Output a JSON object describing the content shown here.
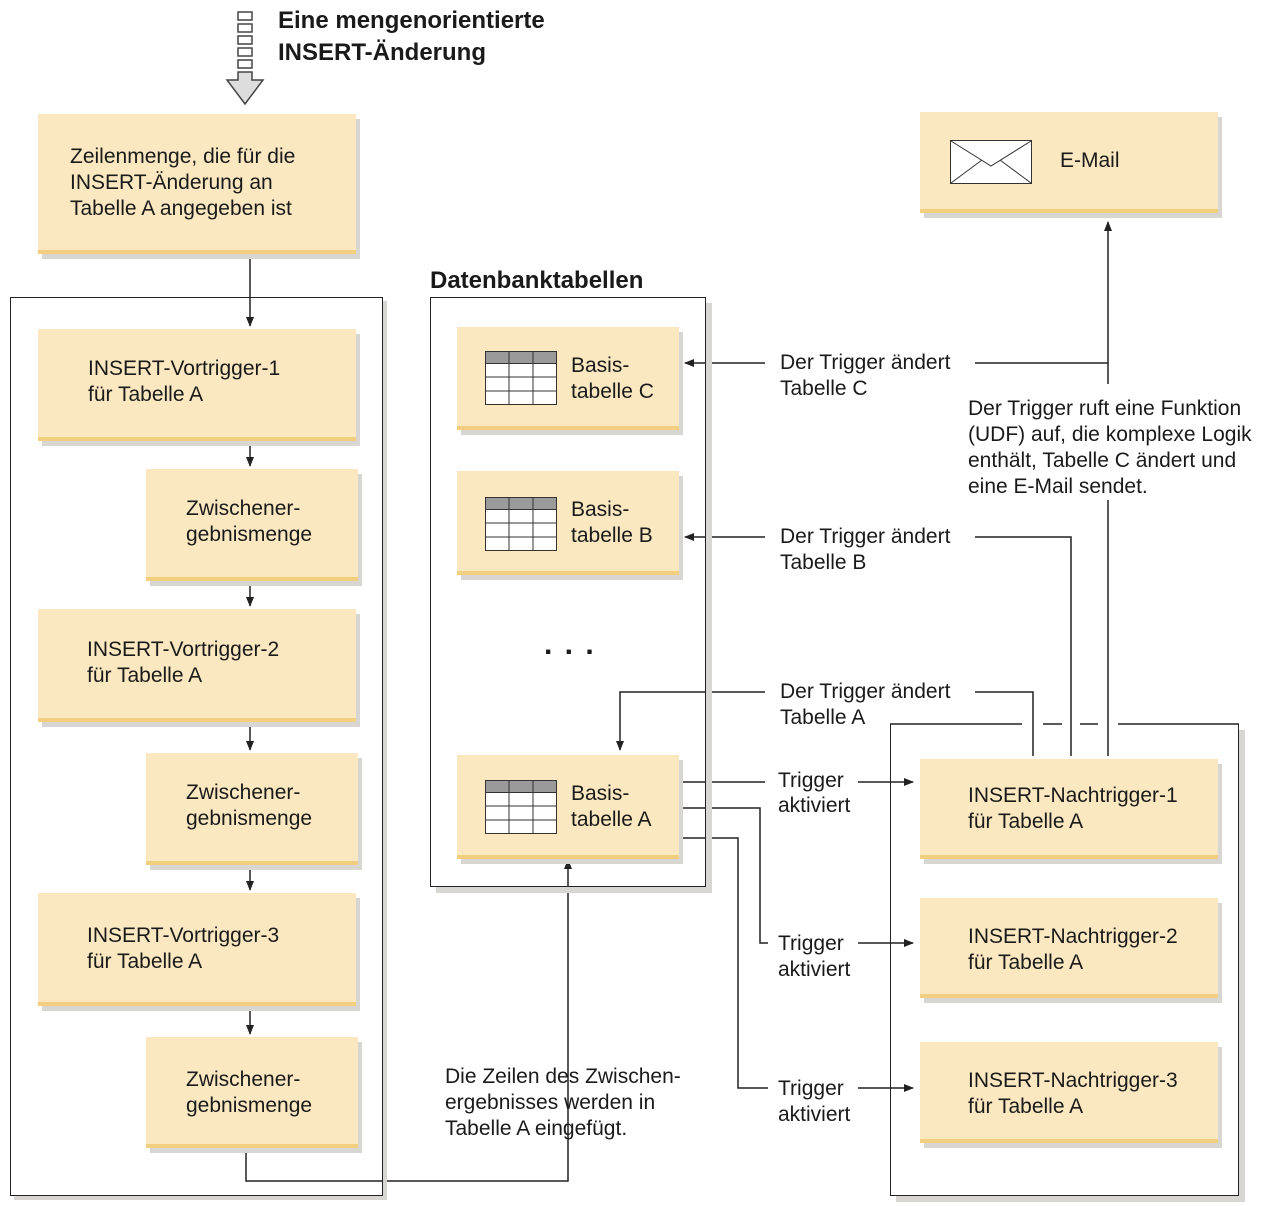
{
  "header": {
    "line1": "Eine mengenorientierte",
    "line2": "INSERT-Änderung"
  },
  "input_set": {
    "line1": "Zeilenmenge, die für die",
    "line2": "INSERT-Änderung an",
    "line3": "Tabelle A angegeben ist"
  },
  "before_triggers": [
    {
      "line1": "INSERT-Vortrigger-1",
      "line2": "für Tabelle A"
    },
    {
      "line1": "INSERT-Vortrigger-2",
      "line2": "für Tabelle A"
    },
    {
      "line1": "INSERT-Vortrigger-3",
      "line2": "für Tabelle A"
    }
  ],
  "intermediate_sets": [
    {
      "line1": "Zwischener-",
      "line2": "gebnismenge"
    },
    {
      "line1": "Zwischener-",
      "line2": "gebnismenge"
    },
    {
      "line1": "Zwischener-",
      "line2": "gebnismenge"
    }
  ],
  "db": {
    "title": "Datenbanktabellen",
    "ellipsis": ". . .",
    "tables": [
      {
        "line1": "Basis-",
        "line2": "tabelle C"
      },
      {
        "line1": "Basis-",
        "line2": "tabelle B"
      },
      {
        "line1": "Basis-",
        "line2": "tabelle A"
      }
    ]
  },
  "changes": {
    "c": {
      "line1": "Der Trigger ändert",
      "line2": "Tabelle C"
    },
    "b": {
      "line1": "Der Trigger ändert",
      "line2": "Tabelle B"
    },
    "a": {
      "line1": "Der Trigger ändert",
      "line2": "Tabelle A"
    }
  },
  "udf_note": {
    "line1": "Der Trigger ruft eine Funktion",
    "line2": "(UDF) auf, die komplexe Logik",
    "line3": "enthält, Tabelle C ändert und",
    "line4": "eine E-Mail sendet."
  },
  "email": {
    "label": "E-Mail"
  },
  "insert_note": {
    "line1": "Die Zeilen des Zwischen-",
    "line2": "ergebnisses werden in",
    "line3": "Tabelle A eingefügt."
  },
  "activations": [
    {
      "line1": "Trigger",
      "line2": "aktiviert"
    },
    {
      "line1": "Trigger",
      "line2": "aktiviert"
    },
    {
      "line1": "Trigger",
      "line2": "aktiviert"
    }
  ],
  "after_triggers": [
    {
      "line1": "INSERT-Nachtrigger-1",
      "line2": "für Tabelle A"
    },
    {
      "line1": "INSERT-Nachtrigger-2",
      "line2": "für Tabelle A"
    },
    {
      "line1": "INSERT-Nachtrigger-3",
      "line2": "für Tabelle A"
    }
  ],
  "colors": {
    "box_fill": "#fbe8c0",
    "box_edge": "#f2cf7e",
    "shadow": "#d8d6d2",
    "line": "#222222",
    "table_header": "#9a9a9a"
  }
}
